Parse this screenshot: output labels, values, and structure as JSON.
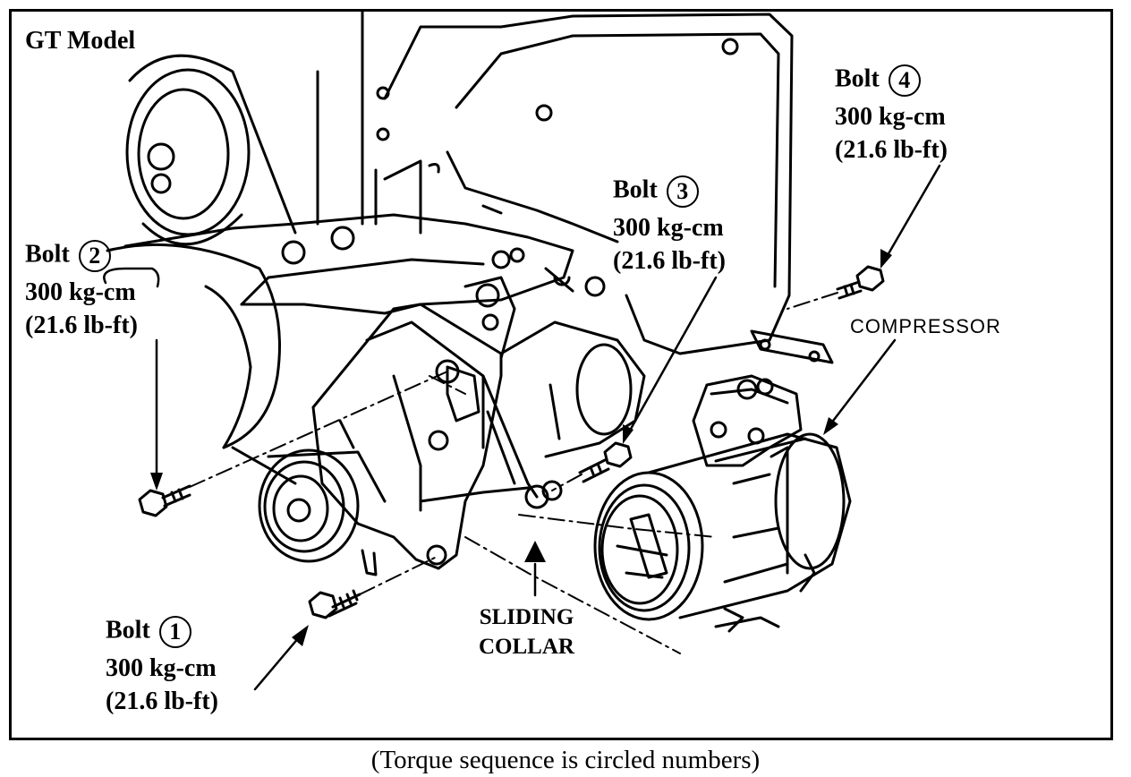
{
  "title": "GT Model",
  "bolts": [
    {
      "label": "Bolt",
      "num": "1",
      "torque_metric": "300 kg-cm",
      "torque_imperial": "(21.6 lb-ft)"
    },
    {
      "label": "Bolt",
      "num": "2",
      "torque_metric": "300 kg-cm",
      "torque_imperial": "(21.6 lb-ft)"
    },
    {
      "label": "Bolt",
      "num": "3",
      "torque_metric": "300 kg-cm",
      "torque_imperial": "(21.6 lb-ft)"
    },
    {
      "label": "Bolt",
      "num": "4",
      "torque_metric": "300 kg-cm",
      "torque_imperial": "(21.6 lb-ft)"
    }
  ],
  "labels": {
    "compressor": "COMPRESSOR",
    "sliding_collar_line1": "SLIDING",
    "sliding_collar_line2": "COLLAR"
  },
  "caption": "(Torque sequence is circled numbers)"
}
